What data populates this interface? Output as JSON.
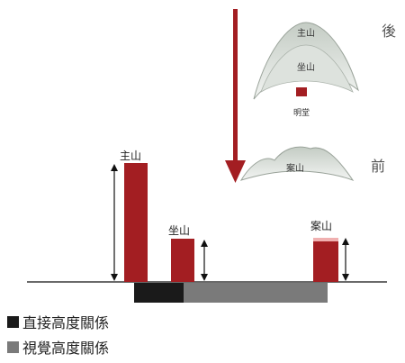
{
  "labels": {
    "back": "後",
    "front": "前",
    "main_mountain_top": "主山",
    "sitting_mountain_top": "坐山",
    "bright_hall": "明堂",
    "desk_mountain_top": "案山",
    "main_mountain_bar": "主山",
    "sitting_mountain_bar": "坐山",
    "desk_mountain_bar": "案山"
  },
  "legend": [
    {
      "label": "直接高度關係",
      "color": "#1a1a1a"
    },
    {
      "label": "視覺高度關係",
      "color": "#7a7a7a"
    }
  ],
  "colors": {
    "bar": "#a31e22",
    "arrow": "#a31e22",
    "mountain": "#cfd5cf",
    "ground": "#111111"
  },
  "icons": {
    "bright_hall": "square-marker"
  }
}
